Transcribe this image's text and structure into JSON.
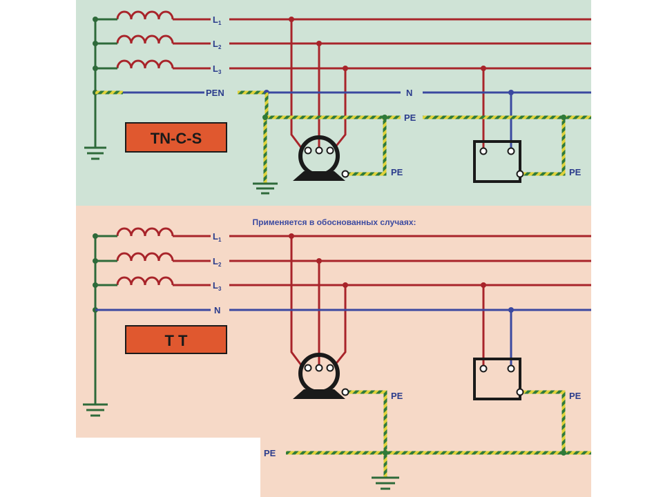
{
  "colors": {
    "phase": "#a8242a",
    "neutral": "#3a48a0",
    "earth": "#2e6a3a",
    "pe_yellow": "#e0d23a",
    "pe_green": "#2f7a3a",
    "bg_top": "#cfe3d6",
    "bg_bottom": "#f6d9c7",
    "badge": "#e0582f",
    "ink": "#1a1a1a"
  },
  "top": {
    "badge": "TN-C-S",
    "labels": {
      "l1": "L",
      "l1_sub": "1",
      "l2": "L",
      "l2_sub": "2",
      "l3": "L",
      "l3_sub": "3",
      "pen": "PEN",
      "n": "N",
      "pe_line": "PE",
      "pe_motor": "PE",
      "pe_load": "PE"
    }
  },
  "bottom": {
    "badge": "T T",
    "caption": "Применяется в обоснованных случаях:",
    "labels": {
      "l1": "L",
      "l1_sub": "1",
      "l2": "L",
      "l2_sub": "2",
      "l3": "L",
      "l3_sub": "3",
      "n": "N",
      "pe_motor": "PE",
      "pe_load": "PE",
      "pe_line": "PE"
    }
  }
}
